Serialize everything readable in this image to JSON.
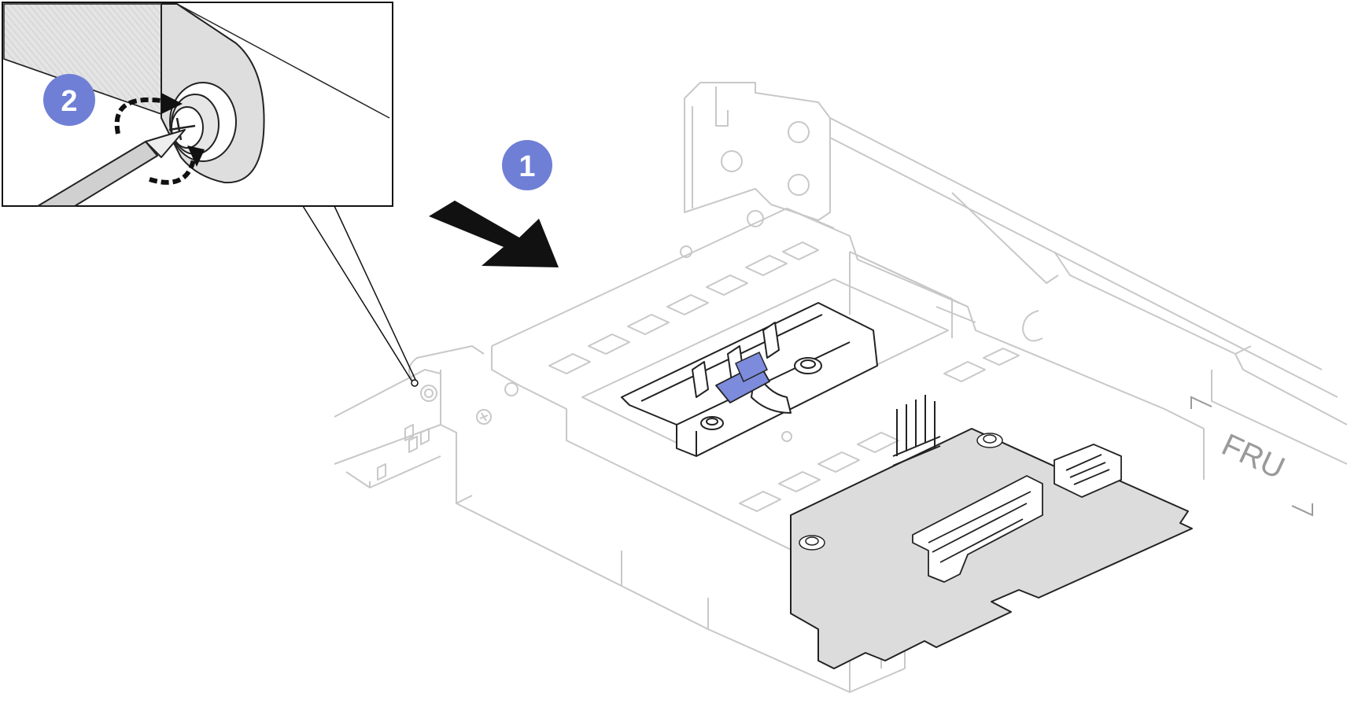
{
  "figure": {
    "callouts": [
      {
        "id": "step-1",
        "label": "1"
      },
      {
        "id": "step-2",
        "label": "2"
      }
    ],
    "module_label": "FRU",
    "colors": {
      "callout_fill": "#6f7fd6",
      "callout_text": "#ffffff",
      "latch_accent": "#7d8bdc",
      "board_fill": "#dcdcdc",
      "outline_dark": "#222222",
      "outline_light": "#c8c8c8",
      "label_gray": "#9a9a9a"
    },
    "icons": {
      "insert_direction": "arrow-right-down-icon",
      "rotation": "clockwise-rotate-icon",
      "tool": "screwdriver-icon"
    }
  }
}
